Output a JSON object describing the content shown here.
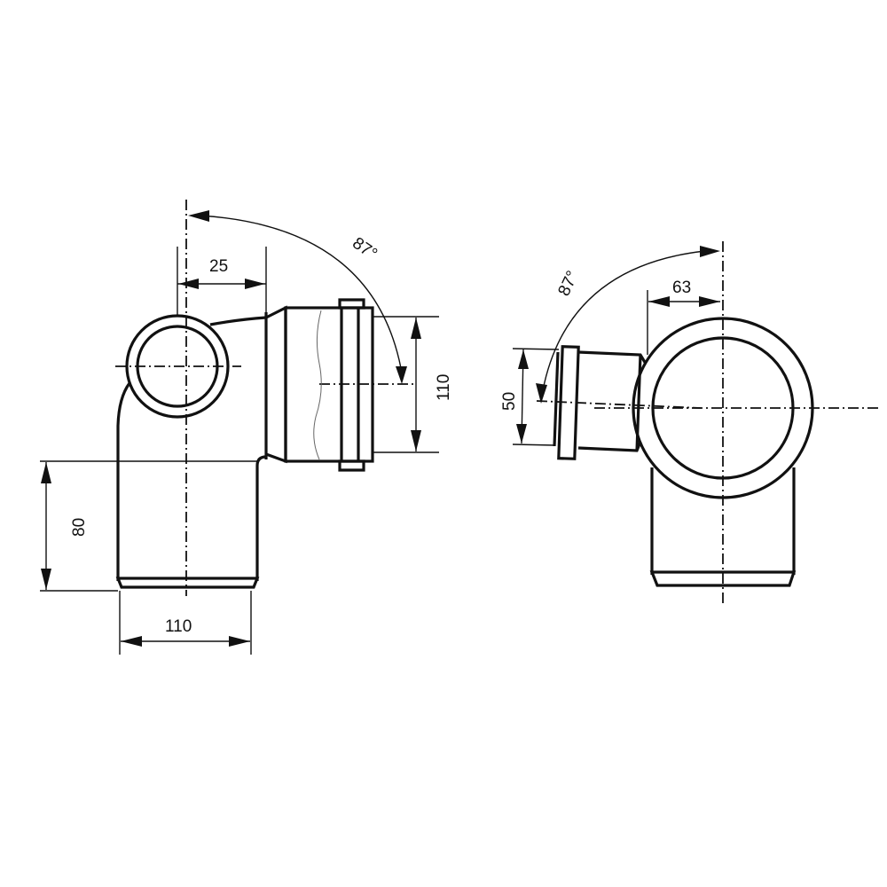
{
  "left_view": {
    "angle_label": "87°",
    "dim_offset": "25",
    "dim_socket_diameter": "110",
    "dim_height": "80",
    "dim_outlet_diameter": "110"
  },
  "right_view": {
    "angle_label": "87°",
    "dim_offset": "63",
    "dim_branch_diameter": "50"
  }
}
